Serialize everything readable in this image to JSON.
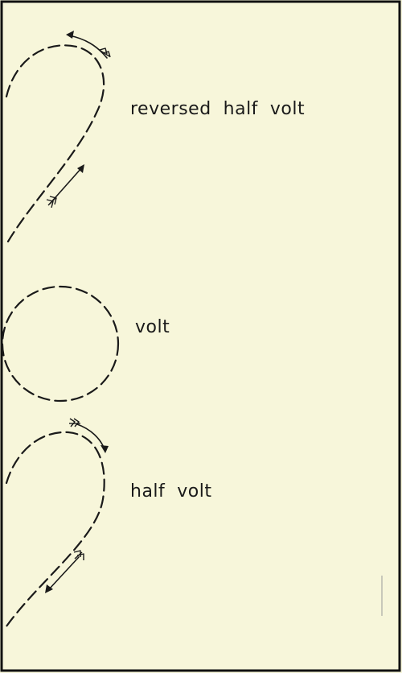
{
  "figure": {
    "labels": {
      "reversed_half_volt": "reversed  half  volt",
      "volt": "volt",
      "half_volt": "half  volt"
    }
  },
  "colors": {
    "background": "#f7f6da",
    "ink": "#1a1a1a"
  }
}
